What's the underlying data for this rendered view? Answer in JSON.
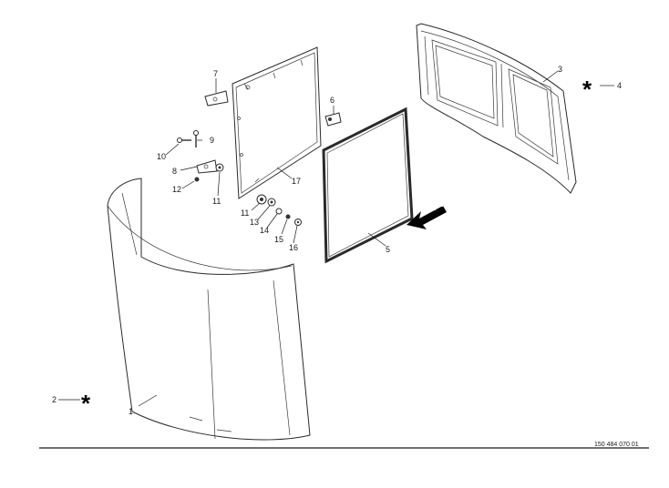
{
  "diagram": {
    "reference_number": "150 484 070 01",
    "callouts": [
      {
        "id": "part-1",
        "label": "1"
      },
      {
        "id": "part-2",
        "label": "2"
      },
      {
        "id": "part-3",
        "label": "3"
      },
      {
        "id": "part-4",
        "label": "4"
      },
      {
        "id": "part-5",
        "label": "5"
      },
      {
        "id": "part-6",
        "label": "6"
      },
      {
        "id": "part-7",
        "label": "7"
      },
      {
        "id": "part-8",
        "label": "8"
      },
      {
        "id": "part-9",
        "label": "9"
      },
      {
        "id": "part-10",
        "label": "10"
      },
      {
        "id": "part-11a",
        "label": "11"
      },
      {
        "id": "part-11b",
        "label": "11"
      },
      {
        "id": "part-12",
        "label": "12"
      },
      {
        "id": "part-13",
        "label": "13"
      },
      {
        "id": "part-14",
        "label": "14"
      },
      {
        "id": "part-15",
        "label": "15"
      },
      {
        "id": "part-16",
        "label": "16"
      },
      {
        "id": "part-17",
        "label": "17"
      }
    ],
    "symbols": {
      "star_marker": "*"
    },
    "colors": {
      "line": "#2a2a2a",
      "background": "#ffffff",
      "arrow": "#000000"
    }
  }
}
